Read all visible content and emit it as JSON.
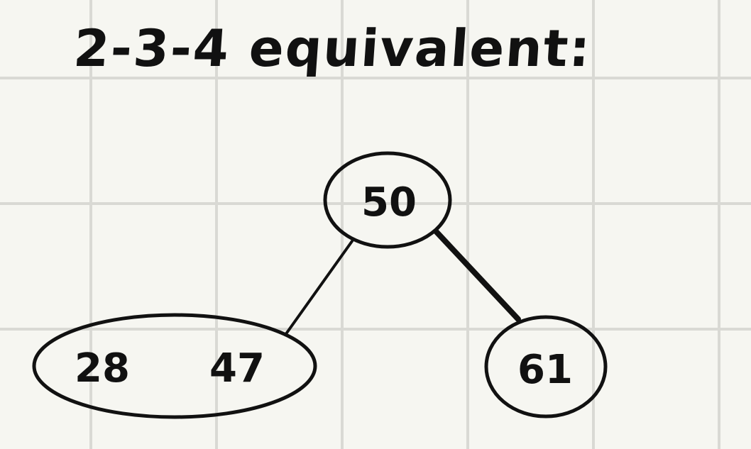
{
  "title": "2-3-4 equivalent:",
  "tree": {
    "root": {
      "keys": [
        "50"
      ]
    },
    "children": [
      {
        "keys": [
          "28",
          "47"
        ]
      },
      {
        "keys": [
          "61"
        ]
      }
    ]
  },
  "colors": {
    "background": "#f6f6f1",
    "grid_line": "#d9d9d4",
    "ink": "#111111"
  }
}
